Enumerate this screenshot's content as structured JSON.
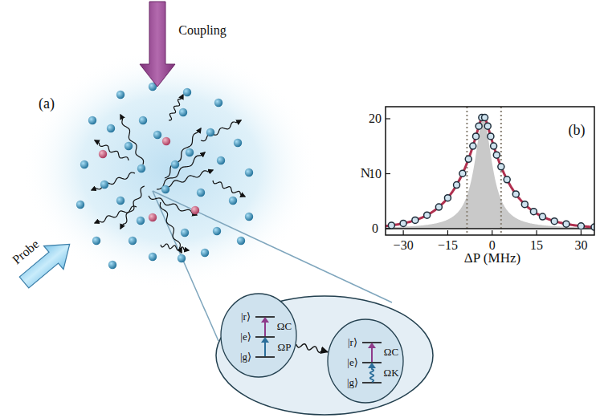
{
  "diagram": {
    "nodes": [
      {
        "text": [
          "|r⟩",
          "|e⟩",
          "|g⟩",
          "ΩC",
          "ΩP"
        ]
      },
      {
        "text": [
          "|r⟩",
          "|e⟩",
          "|g⟩",
          "ΩC",
          "ΩK"
        ]
      }
    ],
    "edges": [
      {
        "from": 0,
        "to": 1,
        "arrow": "to"
      }
    ],
    "labels": [
      "Coupling",
      "(a)",
      "Probe",
      "(b)",
      "N",
      "ΔP (MHz)",
      "20",
      "10",
      "0",
      "−30",
      "−15",
      "0",
      "15",
      "30"
    ]
  }
}
